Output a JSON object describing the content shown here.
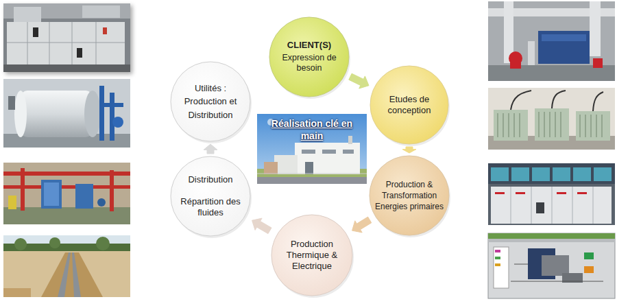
{
  "diagram": {
    "nodes": [
      {
        "text": [
          "CLIENT(S)",
          "Expression de besoin"
        ]
      },
      {
        "text": [
          "Etudes de conception"
        ]
      },
      {
        "text": [
          "Production & Transformation Energies primaires"
        ]
      },
      {
        "text": [
          "Production Thermique & Electrique"
        ]
      },
      {
        "text": [
          "Distribution",
          "Répartition des fluides"
        ]
      },
      {
        "text": [
          "Utilités : Production et Distribution"
        ]
      },
      {
        "text": [
          "Réalisation clé en main"
        ]
      }
    ],
    "edges": [
      {
        "from": 0,
        "to": 1,
        "arrow": "to"
      },
      {
        "from": 1,
        "to": 2,
        "arrow": "to"
      },
      {
        "from": 2,
        "to": 3,
        "arrow": "to"
      },
      {
        "from": 3,
        "to": 4,
        "arrow": "to"
      },
      {
        "from": 4,
        "to": 5,
        "arrow": "to"
      }
    ]
  }
}
